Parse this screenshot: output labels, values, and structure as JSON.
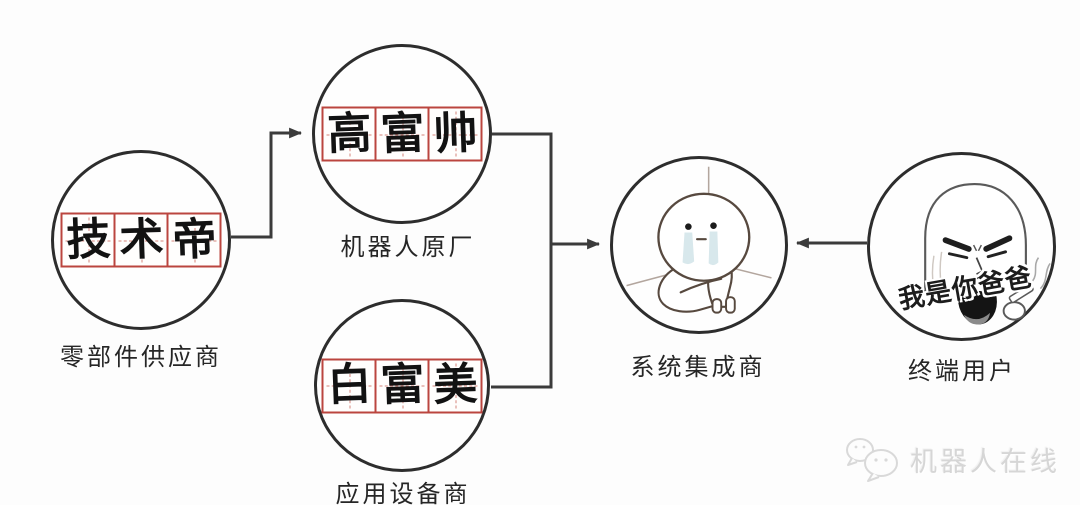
{
  "colors": {
    "background": "#fdfdfd",
    "connector": "#3b3b3b",
    "circle_border": "#2d2d2d",
    "grid_red": "#bb453f",
    "watermark_gray": "#d6d6d6"
  },
  "nodes": {
    "parts_supplier": {
      "word": "技术帝",
      "word_chars": [
        "技",
        "术",
        "帝"
      ],
      "label": "零部件供应商"
    },
    "robot_oem": {
      "word": "高富帅",
      "word_chars": [
        "高",
        "富",
        "帅"
      ],
      "label": "机器人原厂"
    },
    "app_equipment": {
      "word": "白富美",
      "word_chars": [
        "白",
        "富",
        "美"
      ],
      "label": "应用设备商"
    },
    "system_integrator": {
      "label": "系统集成商",
      "figure": "crying-blob-sitting-in-corner"
    },
    "end_user": {
      "label": "终端用户",
      "meme_text": "我是你爸爸",
      "figure": "angry-shouting-face-with-cigarette"
    }
  },
  "connections": [
    {
      "from": "parts_supplier",
      "to": "robot_oem",
      "arrow": true
    },
    {
      "from": "robot_oem",
      "to": "system_integrator",
      "arrow": true
    },
    {
      "from": "app_equipment",
      "to": "system_integrator",
      "arrow": true
    },
    {
      "from": "end_user",
      "to": "system_integrator",
      "arrow": true
    }
  ],
  "watermark": {
    "icon": "wechat-chat-bubbles-icon",
    "text": "机器人在线"
  }
}
